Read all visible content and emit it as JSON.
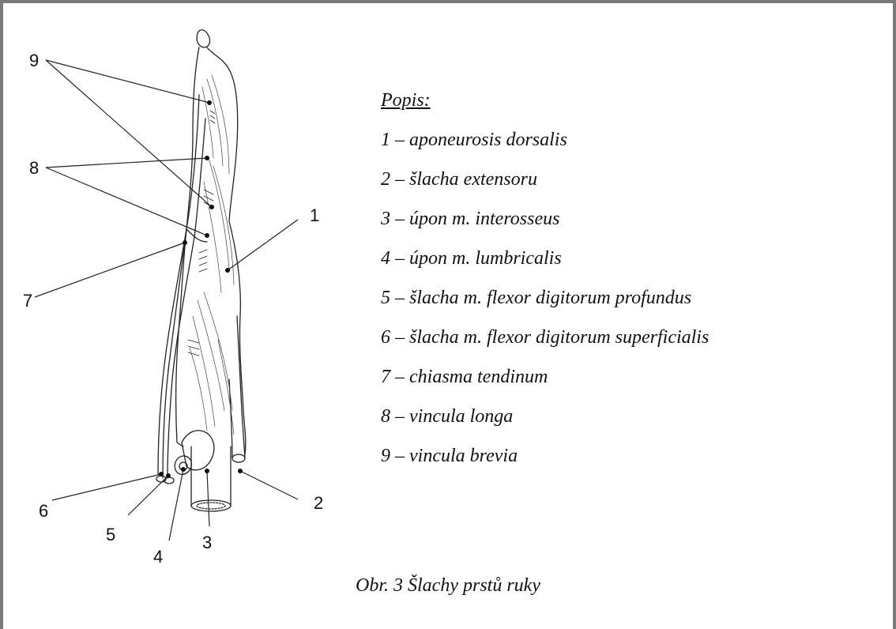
{
  "figure": {
    "callouts": [
      "1",
      "2",
      "3",
      "4",
      "5",
      "6",
      "7",
      "8",
      "9"
    ]
  },
  "legend": {
    "heading": "Popis:",
    "items": [
      "1 – aponeurosis dorsalis",
      "2 – šlacha extensoru",
      "3 – úpon m. interosseus",
      "4 – úpon m. lumbricalis",
      "5 – šlacha m. flexor digitorum profundus",
      "6 – šlacha m. flexor digitorum superficialis",
      "7 – chiasma tendinum",
      "8 – vincula longa",
      "9 – vincula brevia"
    ]
  },
  "caption": "Obr. 3  Šlachy prstů ruky"
}
